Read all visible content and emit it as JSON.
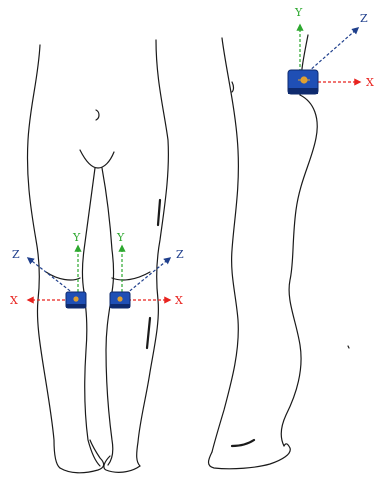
{
  "colors": {
    "outline": "#1a1a1a",
    "x_axis": "#e8231f",
    "y_axis": "#2da82f",
    "z_axis": "#1f3f8c",
    "sensor_body": "#1f4fb5",
    "sensor_shade": "#0e2a6e",
    "sensor_mark": "#e0a030"
  },
  "sensors": [
    {
      "name": "left-knee",
      "labels": {
        "x": "X",
        "y": "Y",
        "z": "Z"
      }
    },
    {
      "name": "right-knee",
      "labels": {
        "x": "X",
        "y": "Y",
        "z": "Z"
      }
    },
    {
      "name": "side-hip",
      "labels": {
        "x": "X",
        "y": "Y",
        "z": "Z"
      }
    }
  ]
}
